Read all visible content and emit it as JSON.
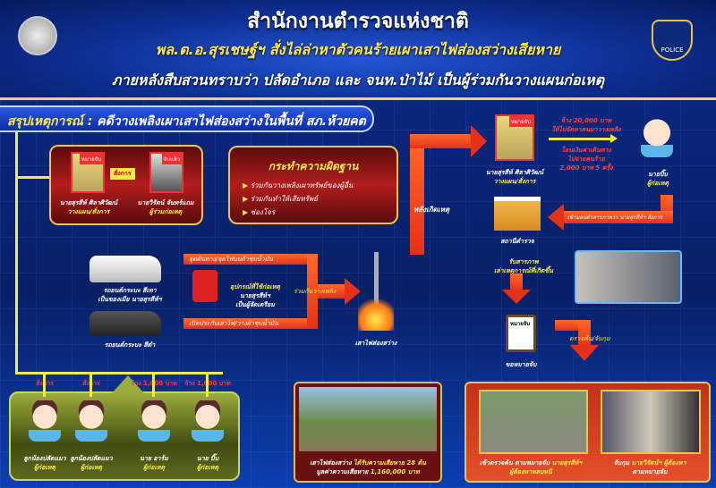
{
  "header": {
    "title": "สำนักงานตำรวจแห่งชาติ",
    "subtitle": "พล.ต.อ.สุรเชษฐ์ฯ สั่งไล่ล่าหาตัวคนร้ายเผาเสาไฟส่องสว่างเสียหาย",
    "subtitle2": "ภายหลังสืบสวนทราบว่า ปลัดอำเภอ และ จนท.ป่าไม้ เป็นผู้ร่วมกันวางแผนก่อเหตุ",
    "badge": "POLICE"
  },
  "section": {
    "label": "สรุปเหตุการณ์ :",
    "title": "คดีวางเพลิงเผาเสาไฟส่องสว่างในพื้นที่ สภ.ห้วยคต"
  },
  "suspects": [
    {
      "tag": "หมายจับ",
      "name": "นายสุรสีห์ ศิลาศิวัฒน์",
      "role": "วางแผน/สั่งการ"
    },
    {
      "tag": "จับแล้ว",
      "name": "นายวิรัตน์ จันทร์แถม",
      "role": "ผู้ร่วมก่อเหตุ"
    }
  ],
  "order_arrow": "สั่งการ",
  "offences": {
    "title": "กระทำความผิดฐาน",
    "items": [
      "ร่วมกันวางเพลิงเผาทรัพย์ของผู้อื่น",
      "ร่วมกันทำให้เสียทรัพย์",
      "ซ่องโจร"
    ]
  },
  "vehicles": [
    {
      "line1": "รถยนต์กระบะ สีเทา",
      "line2": "เป็นของเมีย นายสุรสีห์ฯ"
    },
    {
      "line1": "รถยนต์กระบะ สีดำ"
    }
  ],
  "flow": {
    "top": "จุดต้นทาง/จุดไฟบนผ้าชุบน้ำมัน",
    "equipment": [
      "อุปกรณ์ที่ใช้ก่อเหตุ",
      "นายสุรสีห์ฯ",
      "เป็นผู้จัดเตรียม"
    ],
    "bottom": "เปิดประกับเสาไฟ/วางผ้าชุบน้ำมัน",
    "merge": "ร่วมกันวางเพลิง",
    "lamp": "เสาไฟส่องสว่าง",
    "after": "หลังเกิดเหตุ"
  },
  "right": {
    "suspect": {
      "tag": "หมายจับ",
      "name": "นายสุรสีห์ ศิลาศิวัฒน์",
      "role": "วางแผน/สั่งการ"
    },
    "hire": [
      "จ้าง 20,000 บาท",
      "ให้ไปจัดหาคนมาวางเพลิง"
    ],
    "transfer": [
      "โอนเงินค่าเดินทาง",
      "ไปจ่ายคนร้าย",
      "2,000 บาท 5 ครั้ง"
    ],
    "actor": {
      "name": "นายบิ๊บ",
      "role": "ผู้ก่อเหตุ"
    },
    "confess": "เข้ามอบตัวสารภาพว่า นายสุรสีห์ฯ สั่งการ",
    "station": "สถานีตำรวจ",
    "admit": [
      "รับสารภาพ",
      "เล่าเหตุการณ์ที่เกิดขึ้น"
    ],
    "warrant_tag": "หมายจับ",
    "warrant": "ขอหมายจับ",
    "search": "ตรวจค้น/จับกุม"
  },
  "group": {
    "labels": [
      "สั่งการ",
      "สั่งการ",
      "จ้าง 1,000 บาท",
      "จ้าง 1,000 บาท"
    ],
    "people": [
      {
        "name": "ลูกน้องปลัดแมว",
        "role": "ผู้ก่อเหตุ"
      },
      {
        "name": "ลูกน้องปลัดแมว",
        "role": "ผู้ก่อเหตุ"
      },
      {
        "name": "นาย อาร์ม",
        "role": "ผู้ก่อเหตุ"
      },
      {
        "name": "นาย บิ๊บ",
        "role": "ผู้ก่อเหตุ"
      }
    ]
  },
  "damage": {
    "line1a": "เสาไฟส่องสว่าง",
    "line1b": "ได้รับความเสียหาย 28 ต้น",
    "line2a": "มูลค่าความเสียหาย",
    "line2b": "1,160,000 บาท"
  },
  "arrests": [
    {
      "a": "เข้าตรวจค้น ตามหมายจับ",
      "b": "นายสุรสีห์ฯ",
      "c": "ผู้ต้องหาหลบหนี"
    },
    {
      "a": "จับกุม",
      "b": "นายวิรัตน์ฯ ผู้ต้องหา",
      "c": "ตามหมายจับ"
    }
  ]
}
